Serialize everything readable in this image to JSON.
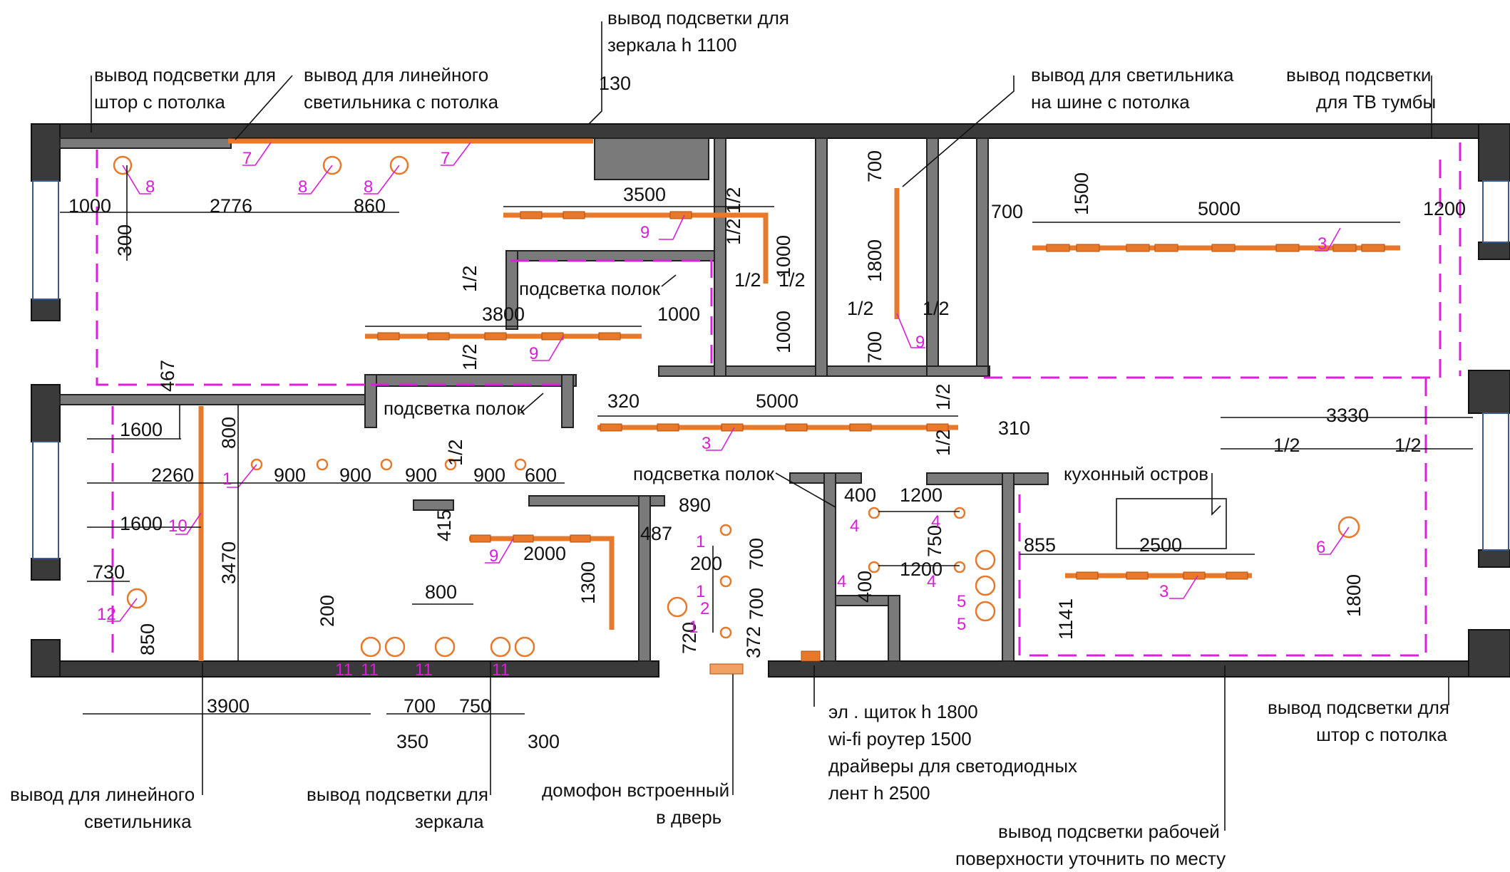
{
  "callouts": {
    "mirror_top": [
      "вывод подсветки для",
      "зеркала h 1100"
    ],
    "curtains_left": [
      "вывод подсветки для",
      "штор с потолка"
    ],
    "linear_ceiling": [
      "вывод для линейного",
      "светильника с потолка"
    ],
    "track_light": [
      "вывод для светильника",
      "на шине с потолка"
    ],
    "tv_unit": [
      "вывод подсветки",
      "для ТВ тумбы"
    ],
    "shelves_1": "подсветка полок",
    "shelves_2": "подсветка полок",
    "shelves_3": "подсветка полок",
    "kitchen_island": "кухонный остров",
    "panel": [
      "эл . щиток h 1800",
      "wi-fi роутер 1500",
      "драйверы для светодиодных",
      "лент h 2500"
    ],
    "curtains_right": [
      "вывод подсветки для",
      "штор с потолка"
    ],
    "linear_lamp": [
      "вывод для линейного",
      "светильника"
    ],
    "mirror_bottom": [
      "вывод подсветки для",
      "зеркала"
    ],
    "intercom": [
      "домофон встроенный",
      "в дверь"
    ],
    "worktop": [
      "вывод подсветки рабочей",
      "поверхности уточнить по месту"
    ]
  },
  "dimensions": {
    "d130": "130",
    "d1000a": "1000",
    "d2776": "2776",
    "d860": "860",
    "d300a": "300",
    "d3500": "3500",
    "d1_2a": "1/2",
    "d1_2b": "1/2",
    "d1_2c": "1/2",
    "d1000b": "1000",
    "d1_2d": "1/2",
    "d1_2e": "1/2",
    "d700a": "700",
    "d1800a": "1800",
    "d700b": "700",
    "d1_2f": "1/2",
    "d1_2g": "1/2",
    "d700c": "700",
    "d1500": "1500",
    "d5000a": "5000",
    "d1200a": "1200",
    "d1_2h": "1/2",
    "d3800": "3800",
    "d1000c": "1000",
    "d1_2i": "1/2",
    "d1000d": "1000",
    "d467": "467",
    "d320": "320",
    "d5000b": "5000",
    "d1_2j": "1/2",
    "d1_2k": "1/2",
    "d310": "310",
    "d3330": "3330",
    "d1_2l": "1/2",
    "d1_2m": "1/2",
    "d1600a": "1600",
    "d800a": "800",
    "d2260": "2260",
    "d900a": "900",
    "d900b": "900",
    "d900c": "900",
    "d1_2n": "1/2",
    "d900d": "900",
    "d600": "600",
    "d400a": "400",
    "d1200b": "1200",
    "d1600b": "1600",
    "d3470": "3470",
    "d415": "415",
    "d2000": "2000",
    "d487": "487",
    "d890": "890",
    "d750": "750",
    "d855": "855",
    "d2500": "2500",
    "d700d": "700",
    "d200a": "200",
    "d1300": "1300",
    "d400b": "400",
    "d1200c": "1200",
    "d730": "730",
    "d800b": "800",
    "d700e": "700",
    "d1141": "1141",
    "d1800b": "1800",
    "d850": "850",
    "d200b": "200",
    "d720": "720",
    "d372": "372",
    "d3900": "3900",
    "d700f": "700",
    "d750b": "750",
    "d350": "350",
    "d300b": "300"
  },
  "marks": {
    "m8a": "8",
    "m8b": "8",
    "m8c": "8",
    "m7a": "7",
    "m7b": "7",
    "m9a": "9",
    "m9b": "9",
    "m9c": "9",
    "m9d": "9",
    "m3a": "3",
    "m3b": "3",
    "m3c": "3",
    "m1a": "1",
    "m1b": "1",
    "m1c": "1",
    "m1d": "1",
    "m2": "2",
    "m10": "10",
    "m12": "12",
    "m11a": "11",
    "m11b": "11",
    "m11c": "11",
    "m11d": "11",
    "m4a": "4",
    "m4b": "4",
    "m4c": "4",
    "m4d": "4",
    "m5a": "5",
    "m5b": "5",
    "m6": "6"
  },
  "colors": {
    "wall": "#3a3a3a",
    "partition": "#7a7a7a",
    "led_strip": "#e8782a",
    "ceiling_line": "#e01ee0",
    "mark_text": "#d81ed8"
  }
}
